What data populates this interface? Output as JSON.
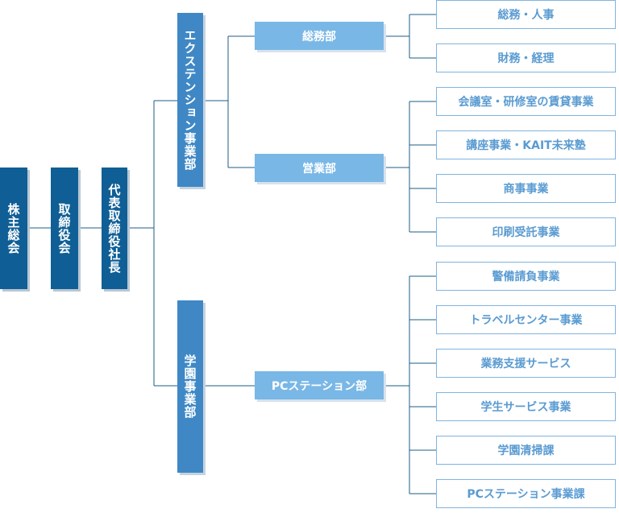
{
  "colors": {
    "dark": "#0f5f96",
    "mid": "#3f88c5",
    "light": "#79b7e6",
    "leaf_text": "#5a9bd1",
    "line": "#1c5c86"
  },
  "org": {
    "shareholders": "株主総会",
    "board": "取締役会",
    "president": "代表取締役社長",
    "divisions": [
      {
        "name": "エクステンション事業部",
        "departments": [
          {
            "name": "総務部",
            "units": [
              "総務・人事",
              "財務・経理"
            ]
          },
          {
            "name": "営業部",
            "units": [
              "会議室・研修室の賃貸事業",
              "講座事業・KAIT未来塾",
              "商事事業",
              "印刷受託事業"
            ]
          }
        ]
      },
      {
        "name": "学園事業部",
        "departments": [
          {
            "name": "PCステーション部",
            "units": [
              "警備請負事業",
              "トラベルセンター事業",
              "業務支援サービス",
              "学生サービス事業",
              "学園清掃課",
              "PCステーション事業課"
            ]
          }
        ]
      }
    ]
  }
}
